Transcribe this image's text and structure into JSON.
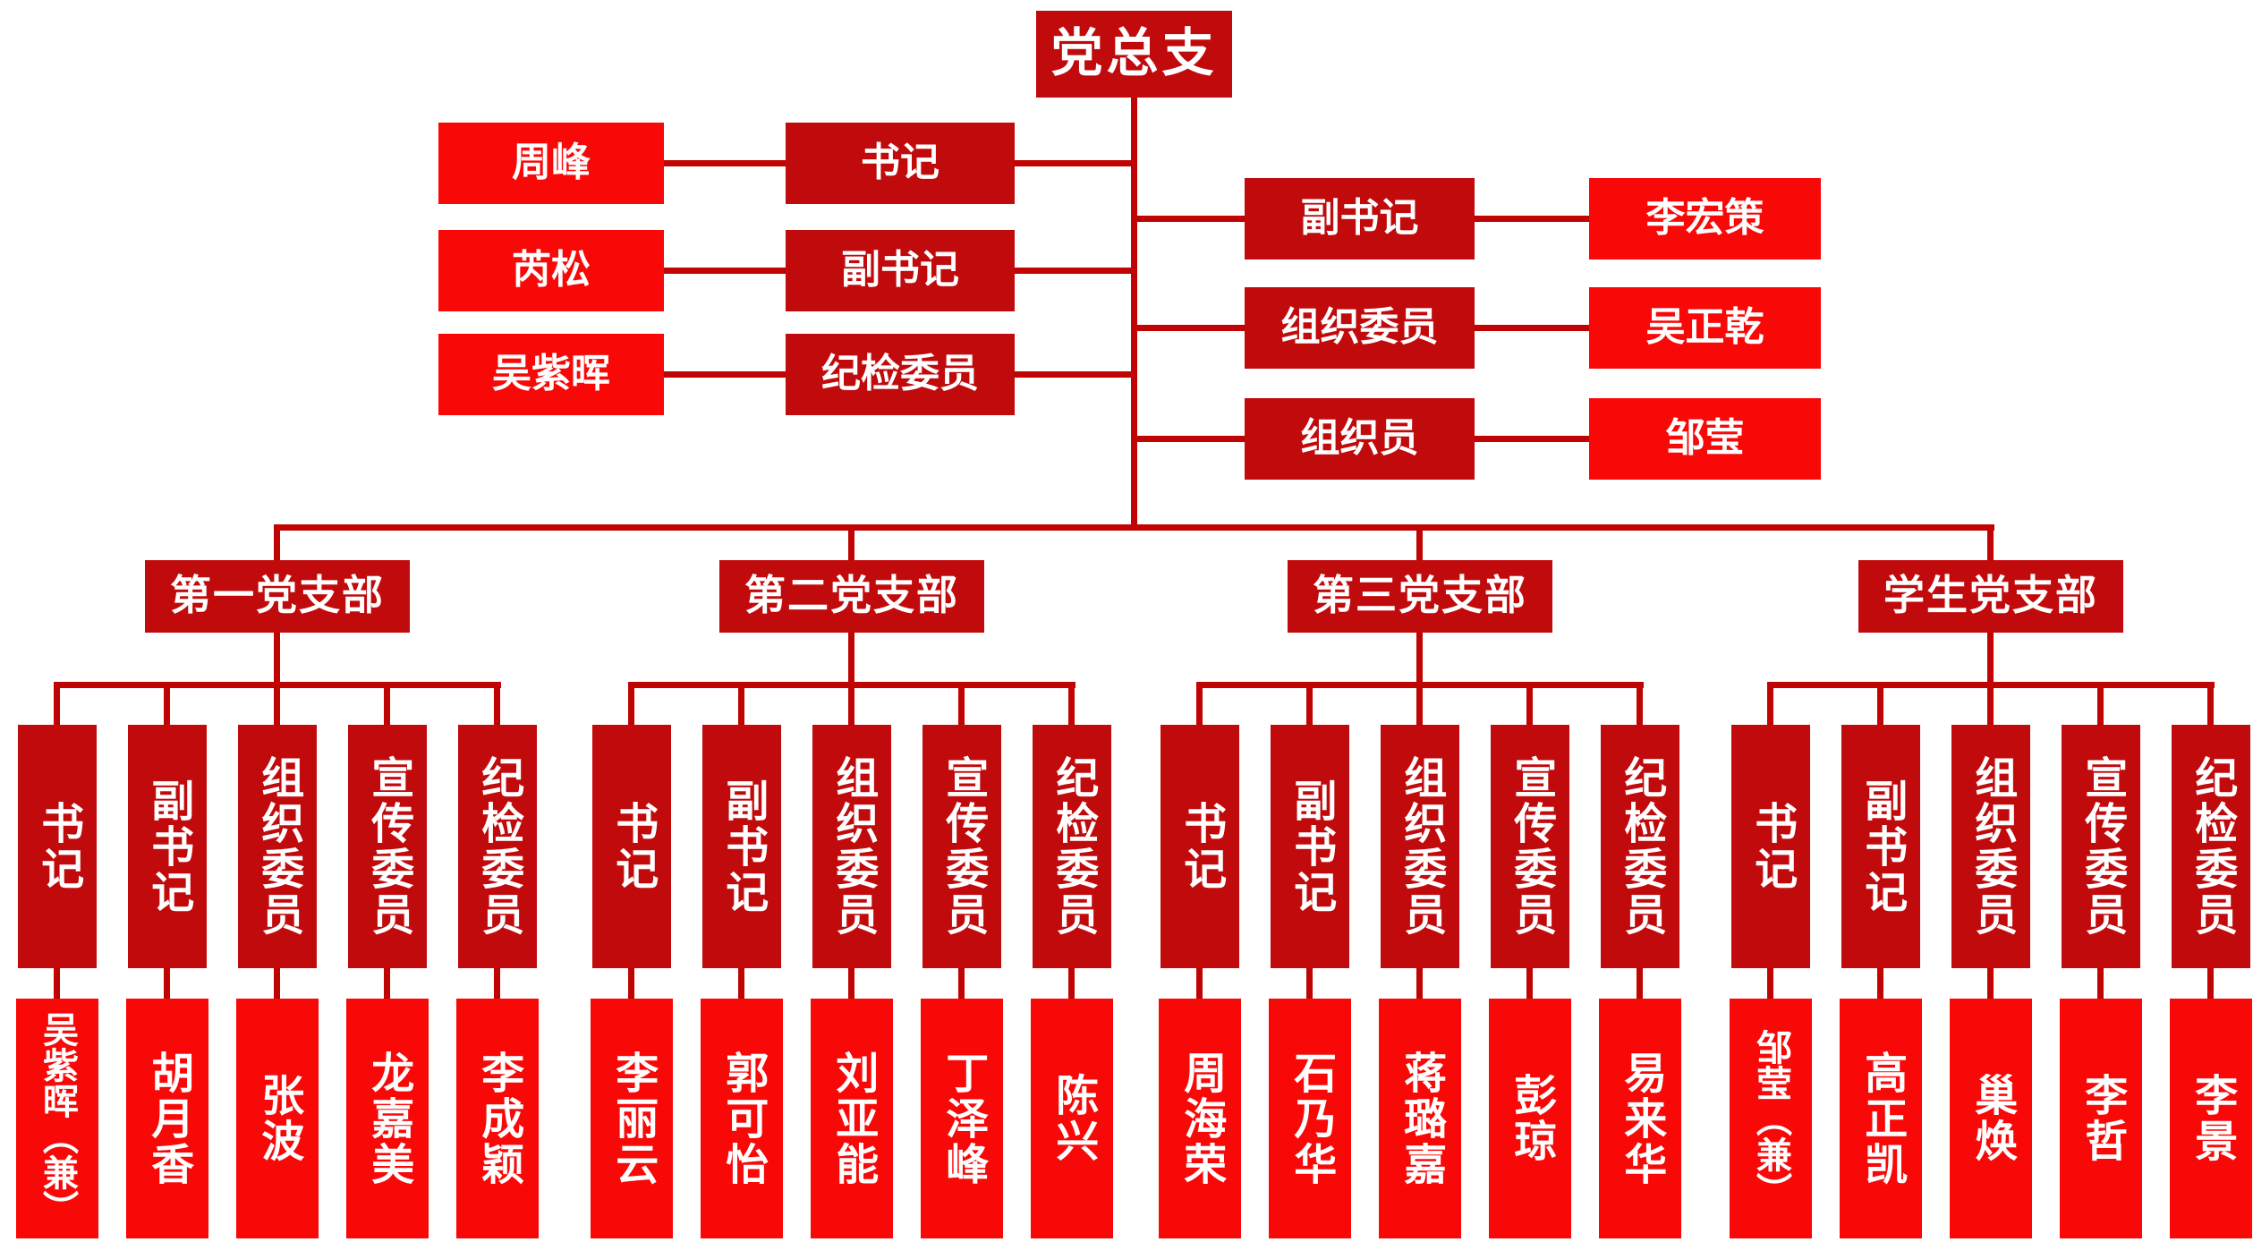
{
  "colors": {
    "dark_red": "#c00a0c",
    "bright_red": "#f90808",
    "line_red": "#c00404",
    "text": "#ffffff",
    "background": "#ffffff"
  },
  "root": {
    "label": "党总支"
  },
  "left_officers": [
    {
      "name": "周峰",
      "title": "书记"
    },
    {
      "name": "芮松",
      "title": "副书记"
    },
    {
      "name": "吴紫晖",
      "title": "纪检委员"
    }
  ],
  "right_officers": [
    {
      "title": "副书记",
      "name": "李宏策"
    },
    {
      "title": "组织委员",
      "name": "吴正乾"
    },
    {
      "title": "组织员",
      "name": "邹莹"
    }
  ],
  "branches": [
    {
      "label": "第一党支部",
      "roles": [
        "书记",
        "副书记",
        "组织委员",
        "宣传委员",
        "纪检委员"
      ],
      "members": [
        "吴紫晖（兼）",
        "胡月香",
        "张波",
        "龙嘉美",
        "李成颖"
      ]
    },
    {
      "label": "第二党支部",
      "roles": [
        "书记",
        "副书记",
        "组织委员",
        "宣传委员",
        "纪检委员"
      ],
      "members": [
        "李丽云",
        "郭可怡",
        "刘亚能",
        "丁泽峰",
        "陈兴"
      ]
    },
    {
      "label": "第三党支部",
      "roles": [
        "书记",
        "副书记",
        "组织委员",
        "宣传委员",
        "纪检委员"
      ],
      "members": [
        "周海荣",
        "石乃华",
        "蒋璐嘉",
        "彭琼",
        "易来华"
      ]
    },
    {
      "label": "学生党支部",
      "roles": [
        "书记",
        "副书记",
        "组织委员",
        "宣传委员",
        "纪检委员"
      ],
      "members": [
        "邹莹（兼）",
        "高正凯",
        "巢焕",
        "李哲",
        "李景"
      ]
    }
  ]
}
